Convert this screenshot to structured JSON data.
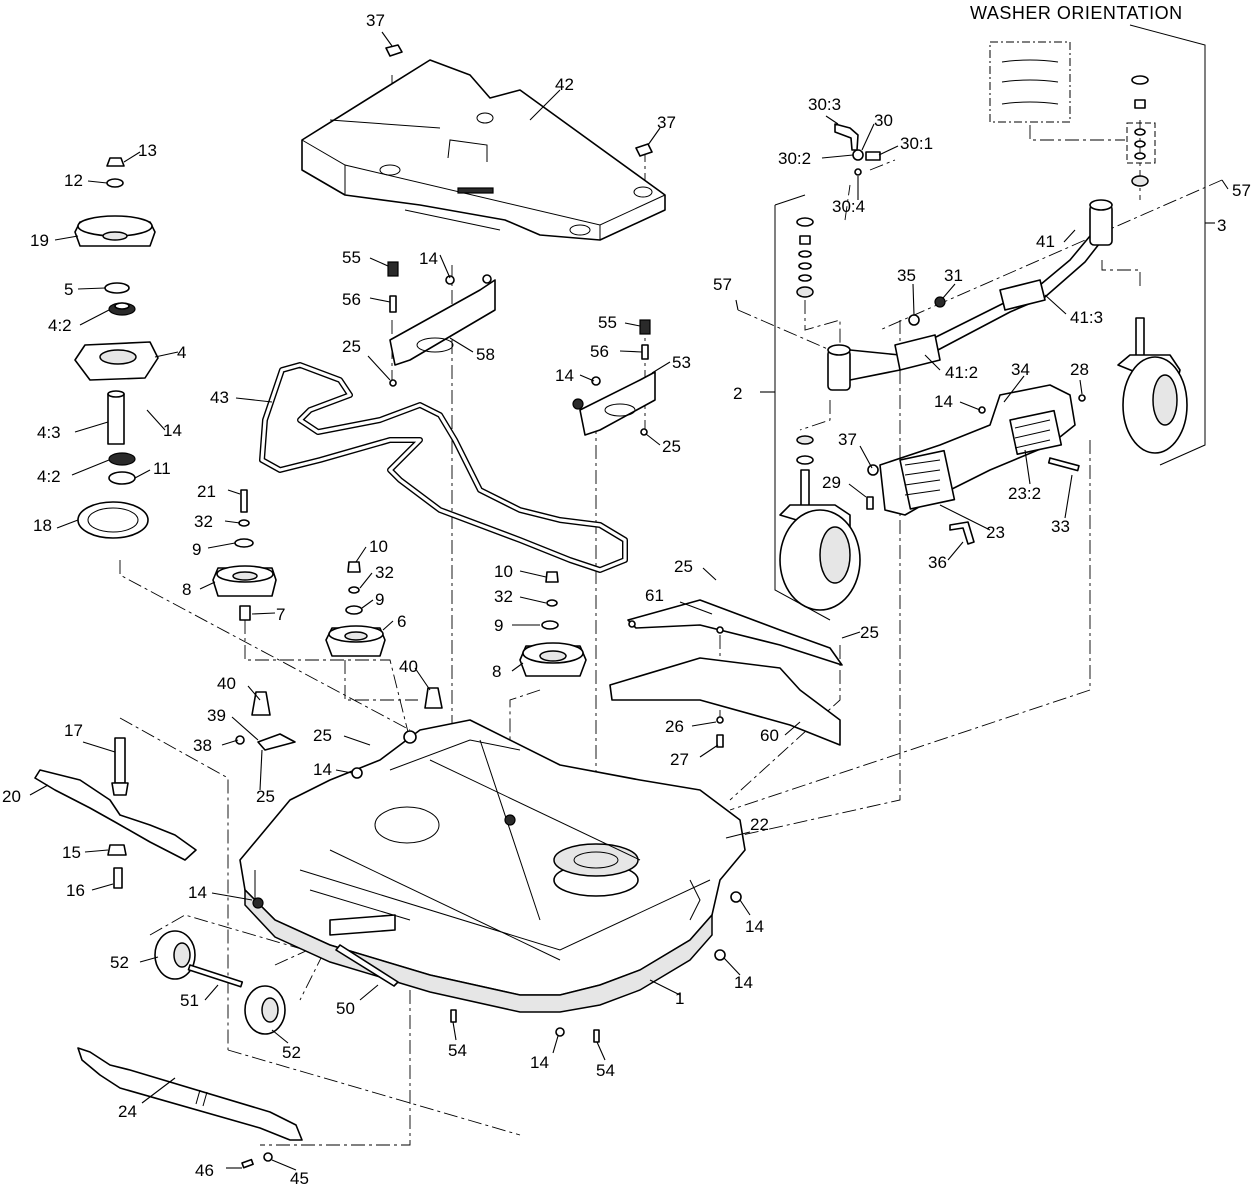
{
  "diagram": {
    "heading": "WASHER ORIENTATION",
    "callouts": [
      "37",
      "42",
      "37",
      "13",
      "12",
      "19",
      "5",
      "4:2",
      "4",
      "4:3",
      "14",
      "4:2",
      "11",
      "18",
      "55",
      "14",
      "56",
      "58",
      "25",
      "43",
      "55",
      "56",
      "53",
      "14",
      "25",
      "30:3",
      "30",
      "30:1",
      "30:2",
      "30:4",
      "57",
      "3",
      "41",
      "41:3",
      "35",
      "31",
      "57",
      "41:2",
      "2",
      "34",
      "28",
      "14",
      "37",
      "23:2",
      "29",
      "23",
      "33",
      "36",
      "21",
      "32",
      "9",
      "8",
      "7",
      "10",
      "32",
      "9",
      "6",
      "10",
      "32",
      "9",
      "8",
      "25",
      "61",
      "25",
      "60",
      "26",
      "27",
      "40",
      "40",
      "39",
      "38",
      "25",
      "25",
      "14",
      "17",
      "20",
      "15",
      "16",
      "14",
      "22",
      "14",
      "14",
      "52",
      "51",
      "52",
      "50",
      "54",
      "14",
      "54",
      "1",
      "24",
      "46",
      "45"
    ]
  }
}
